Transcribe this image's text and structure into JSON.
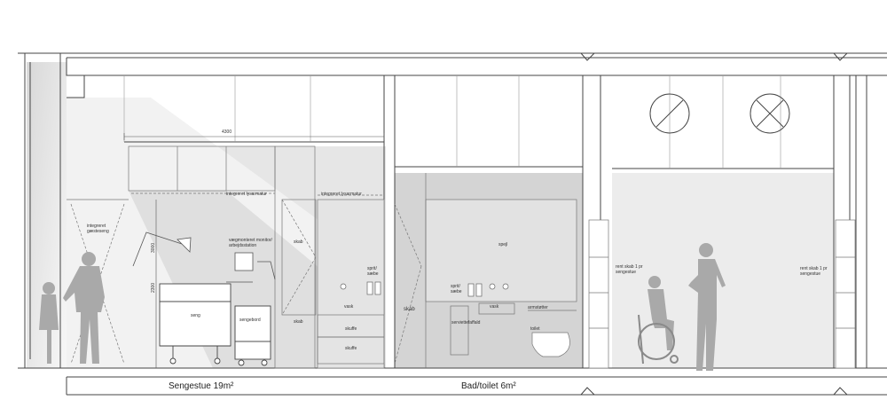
{
  "captions": {
    "room_left": "Sengestue 19m²",
    "room_right": "Bad/toilet 6m²"
  },
  "dimensions": {
    "width": "4300",
    "height_upper": "3000",
    "height_lower": "2300"
  },
  "labels": {
    "lighting_left": "integreret lysarmatur",
    "lighting_right": "integreret lysarmatur",
    "guest_chair": "integreret gæsteseng",
    "monitor": "vægmonteret monitor/ arbejdsstation",
    "cabinet_upper": "skab",
    "cabinet_lower": "skab",
    "cabinet_bath": "skab",
    "drawer_1": "skuffe",
    "drawer_2": "skuffe",
    "sink_room": "vask",
    "sink_bath": "vask",
    "sanitizer_room": "sprit/ sæbe",
    "sanitizer_bath": "sprit/ sæbe",
    "bed": "seng",
    "bedside_table": "sengebord",
    "mirror": "spejl",
    "towel": "serviettefaffald",
    "armrest": "armstøtter",
    "toilet": "toilet",
    "clean_cabinet_left": "rent skab 1 pr sengestue",
    "clean_cabinet_right": "rent skab 1 pr sengestue"
  },
  "colors": {
    "line": "#444444",
    "fill_light": "#e8e8e8",
    "fill_mid": "#cfcfcf",
    "fill_dark": "#b9b9b9",
    "figure": "#a9a9a9"
  }
}
